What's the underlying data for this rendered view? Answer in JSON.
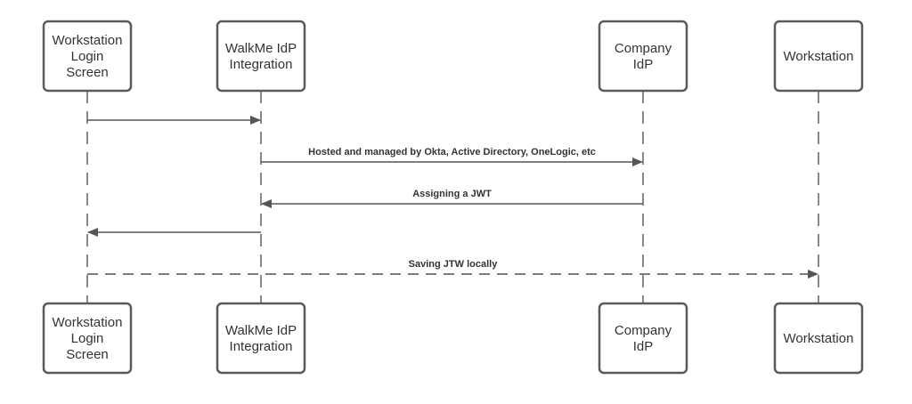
{
  "diagram": {
    "type": "sequence",
    "actors": [
      {
        "id": "login",
        "lines": [
          "Workstation",
          "Login",
          "Screen"
        ]
      },
      {
        "id": "walkme",
        "lines": [
          "WalkMe IdP",
          "Integration"
        ]
      },
      {
        "id": "idp",
        "lines": [
          "Company",
          "IdP"
        ]
      },
      {
        "id": "workstation",
        "lines": [
          "Workstation"
        ]
      }
    ],
    "messages": [
      {
        "from": "login",
        "to": "walkme",
        "label": "",
        "style": "solid"
      },
      {
        "from": "walkme",
        "to": "idp",
        "label": "Hosted and managed by Okta, Active Directory, OneLogic, etc",
        "style": "solid"
      },
      {
        "from": "idp",
        "to": "walkme",
        "label": "Assigning a JWT",
        "style": "solid"
      },
      {
        "from": "walkme",
        "to": "login",
        "label": "",
        "style": "solid"
      },
      {
        "from": "login",
        "to": "workstation",
        "label": "Saving JTW locally",
        "style": "dashed"
      }
    ],
    "colors": {
      "stroke": "#5a5a5a",
      "text": "#333333",
      "background": "#ffffff"
    }
  }
}
